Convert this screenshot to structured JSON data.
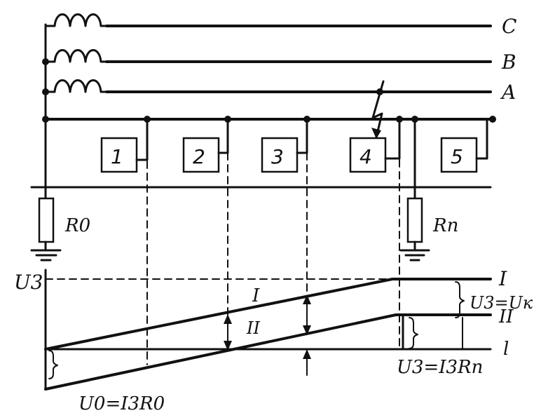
{
  "phases": {
    "c": "C",
    "b": "B",
    "a": "A"
  },
  "loads": [
    "1",
    "2",
    "3",
    "4",
    "5"
  ],
  "resistors": {
    "r0": "R0",
    "rn": "Rn"
  },
  "axis": {
    "u3": "U3",
    "level_i": "I",
    "level_ii": "II",
    "length": "l"
  },
  "curve_labels": {
    "i": "I",
    "ii": "II"
  },
  "formulas": {
    "u3_uk": "U3=Uк",
    "u3_i3rn": "U3=I3Rn",
    "u0_i3r0": "U0=I3R0"
  }
}
